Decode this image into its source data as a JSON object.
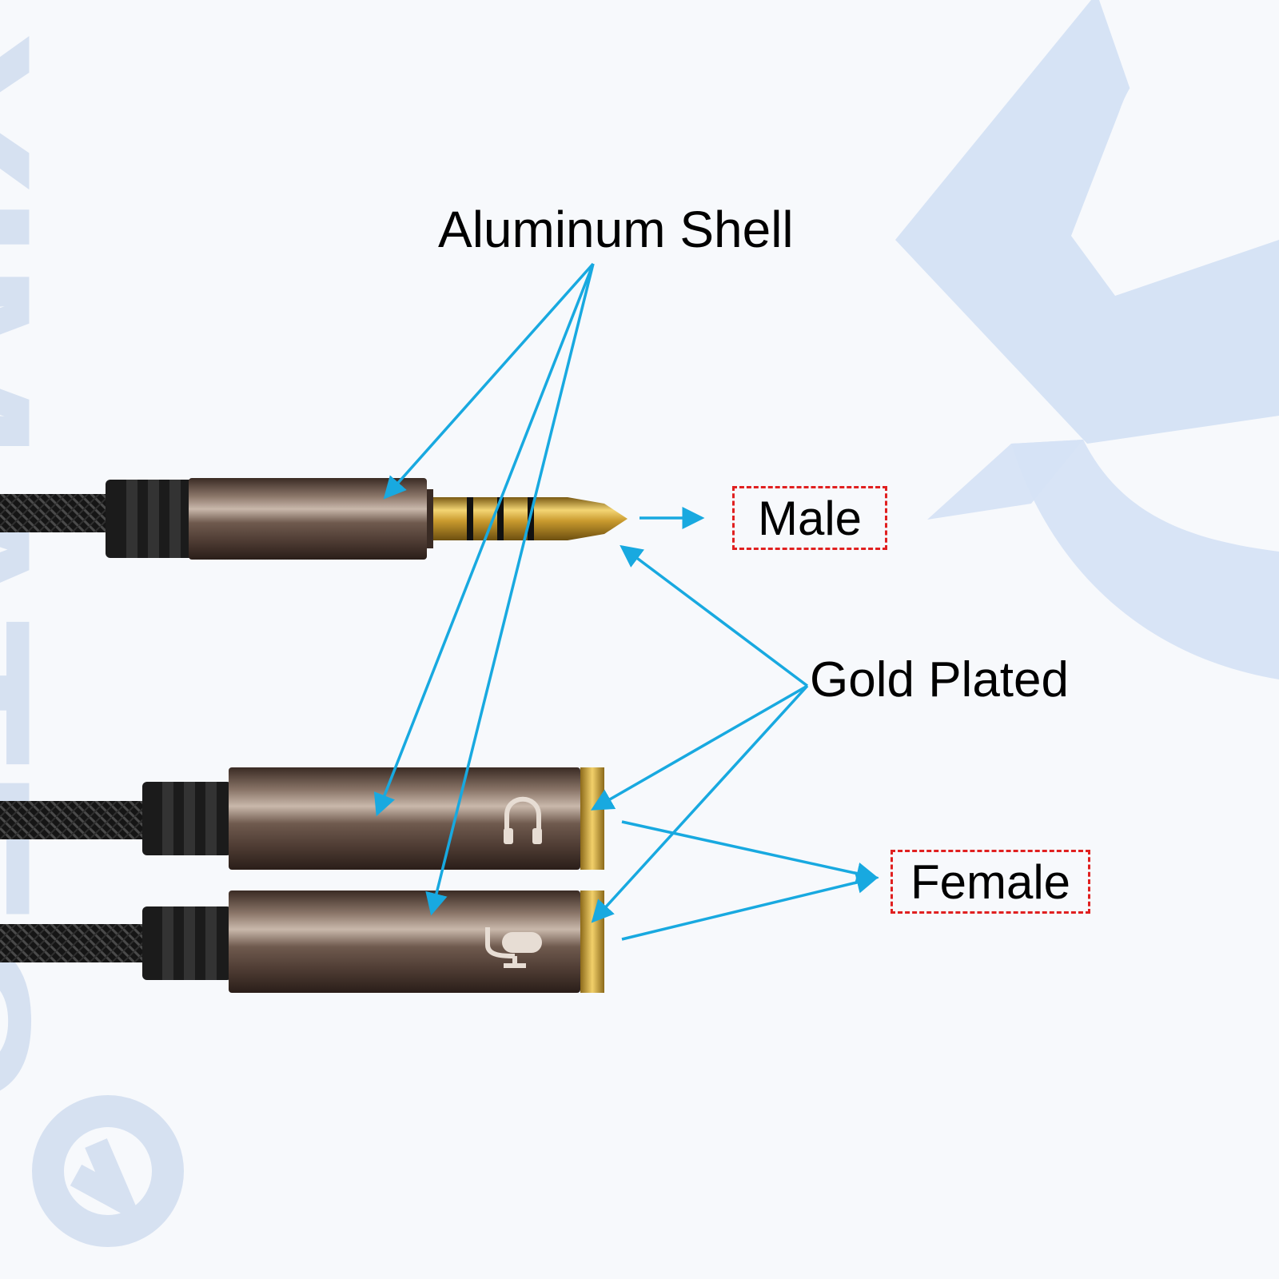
{
  "labels": {
    "aluminum_shell": "Aluminum Shell",
    "gold_plated": "Gold Plated",
    "male": "Male",
    "female": "Female"
  },
  "watermark": {
    "text": "YIMATEC"
  },
  "colors": {
    "arrow": "#18a9e0",
    "dashed_box": "#e02020",
    "watermark": "#d3e1f4",
    "shell": "#5e4a3f",
    "gold": "#d4a83a",
    "cable": "#1a1a1a"
  },
  "icons": [
    "headphone-icon",
    "microphone-icon"
  ]
}
